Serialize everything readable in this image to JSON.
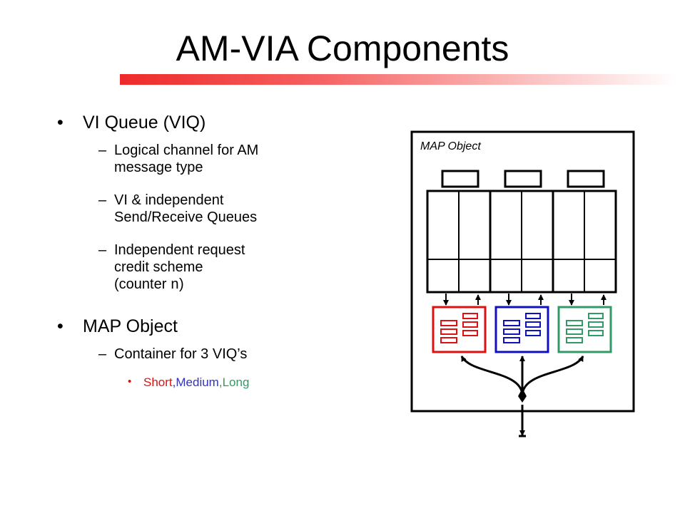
{
  "slide": {
    "title": "AM-VIA Components"
  },
  "bullets": {
    "b1": {
      "label": "VI Queue (VIQ)",
      "sub": [
        {
          "line1": "Logical channel for AM",
          "line2": "message type"
        },
        {
          "line1": "VI & independent",
          "line2": "Send/Receive Queues"
        },
        {
          "line1": "Independent request",
          "line2": "credit scheme",
          "line3_prefix": "(counter ",
          "line3_code": "n",
          "line3_suffix": ")"
        }
      ]
    },
    "b2": {
      "label": "MAP Object",
      "sub": [
        {
          "line1": "Container for 3 VIQ’s"
        }
      ],
      "subsub": {
        "short": "Short",
        "comma1": ",",
        "medium": "Medium",
        "comma2": ",",
        "long": "Long"
      }
    }
  },
  "diagram": {
    "container_label": "MAP Object",
    "viq_colors": {
      "short": "#dd1111",
      "medium": "#1111bb",
      "long": "#339966"
    }
  },
  "colors": {
    "title_bar": "#ee2a2a",
    "short": "#dd1111",
    "medium": "#3333bb",
    "long": "#339966"
  }
}
